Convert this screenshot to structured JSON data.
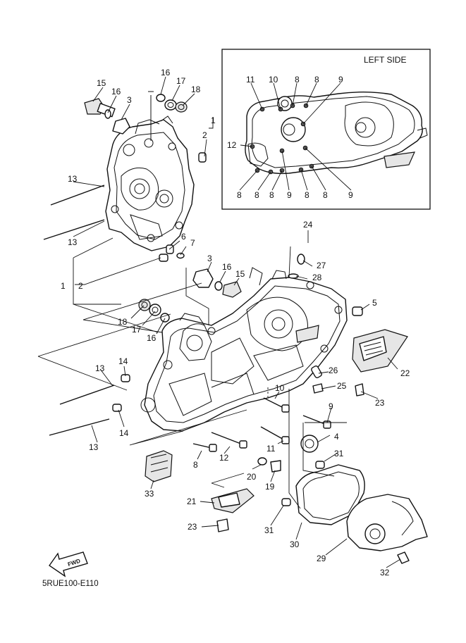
{
  "inset": {
    "title": "LEFT SIDE"
  },
  "callouts": {
    "c1_upper": "1",
    "c2_upper": "2",
    "c3_upper": "3",
    "c6": "6",
    "c7": "7",
    "c13_a": "13",
    "c13_b": "13",
    "c15_top": "15",
    "c16_top": "16",
    "c16_top2": "16",
    "c17_top": "17",
    "c18_top": "18",
    "c12_rel": "1",
    "c2_rel": "2",
    "c3_mid": "3",
    "c16_mid": "16",
    "c15_mid": "15",
    "c24": "24",
    "c27": "27",
    "c28": "28",
    "c5": "5",
    "c18_mid": "18",
    "c17_mid": "17",
    "c16_mid2": "16",
    "c22": "22",
    "c26": "26",
    "c25": "25",
    "c23_right": "23",
    "c13_c": "13",
    "c14_a": "14",
    "c14_b": "14",
    "c13_d": "13",
    "c10": "10",
    "c9": "9",
    "c4": "4",
    "c11": "11",
    "c31_a": "31",
    "c31_b": "31",
    "c8": "8",
    "c12": "12",
    "c20": "20",
    "c19": "19",
    "c33": "33",
    "c21": "21",
    "c23_left": "23",
    "c30": "30",
    "c29": "29",
    "c32": "32",
    "i11": "11",
    "i10": "10",
    "i8_a": "8",
    "i8_b": "8",
    "i9_a": "9",
    "i12": "12",
    "i8_c": "8",
    "i8_d": "8",
    "i8_e": "8",
    "i9_b": "9",
    "i8_f": "8",
    "i8_g": "8",
    "i9_c": "9"
  },
  "fwd_label": "FWD",
  "diagram_code": "5RUE100-E110"
}
